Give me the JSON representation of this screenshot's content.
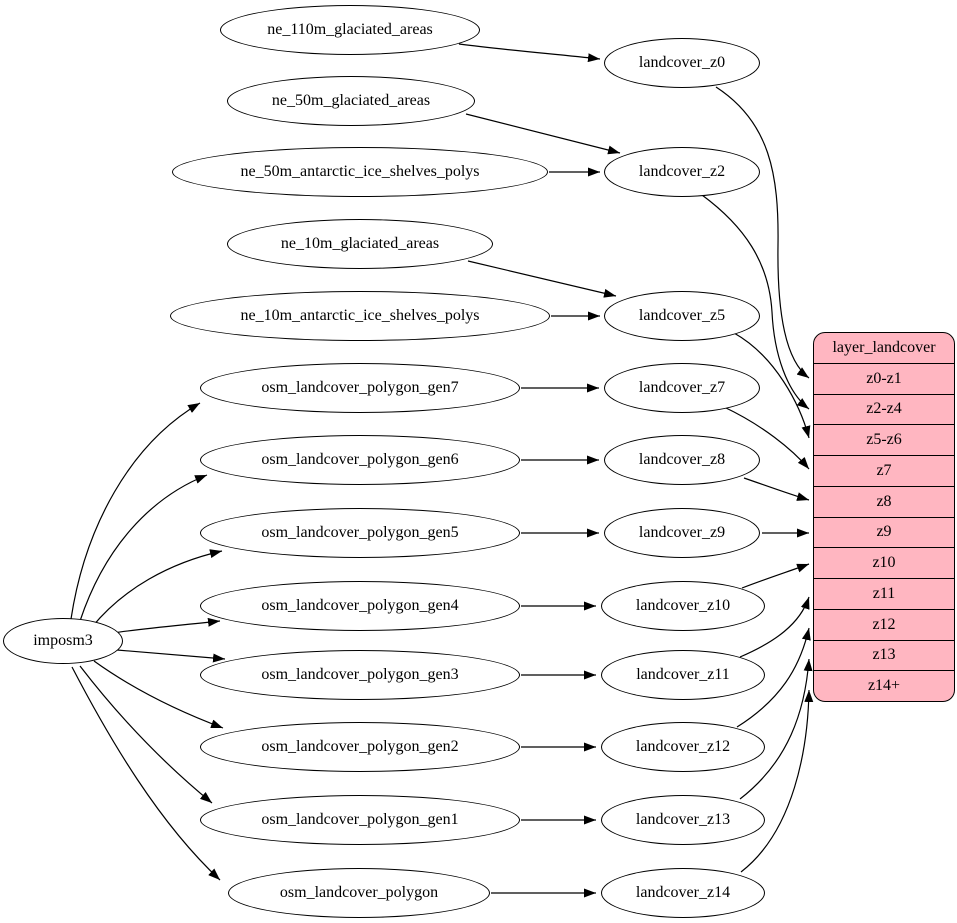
{
  "diagram": {
    "kind": "dependency-graph",
    "colors": {
      "table_fill": "#ffb6c1",
      "node_fill": "#ffffff",
      "stroke": "#000000"
    }
  },
  "nodes": {
    "root": "imposm3",
    "sources": [
      "ne_110m_glaciated_areas",
      "ne_50m_glaciated_areas",
      "ne_50m_antarctic_ice_shelves_polys",
      "ne_10m_glaciated_areas",
      "ne_10m_antarctic_ice_shelves_polys",
      "osm_landcover_polygon_gen7",
      "osm_landcover_polygon_gen6",
      "osm_landcover_polygon_gen5",
      "osm_landcover_polygon_gen4",
      "osm_landcover_polygon_gen3",
      "osm_landcover_polygon_gen2",
      "osm_landcover_polygon_gen1",
      "osm_landcover_polygon"
    ],
    "intermediates": [
      "landcover_z0",
      "landcover_z2",
      "landcover_z5",
      "landcover_z7",
      "landcover_z8",
      "landcover_z9",
      "landcover_z10",
      "landcover_z11",
      "landcover_z12",
      "landcover_z13",
      "landcover_z14"
    ],
    "table": {
      "title": "layer_landcover",
      "rows": [
        "z0-z1",
        "z2-z4",
        "z5-z6",
        "z7",
        "z8",
        "z9",
        "z10",
        "z11",
        "z12",
        "z13",
        "z14+"
      ]
    }
  },
  "edges": [
    {
      "from": "ne_110m_glaciated_areas",
      "to": "landcover_z0"
    },
    {
      "from": "ne_50m_glaciated_areas",
      "to": "landcover_z2"
    },
    {
      "from": "ne_50m_antarctic_ice_shelves_polys",
      "to": "landcover_z2"
    },
    {
      "from": "ne_10m_glaciated_areas",
      "to": "landcover_z5"
    },
    {
      "from": "ne_10m_antarctic_ice_shelves_polys",
      "to": "landcover_z5"
    },
    {
      "from": "osm_landcover_polygon_gen7",
      "to": "landcover_z7"
    },
    {
      "from": "osm_landcover_polygon_gen6",
      "to": "landcover_z8"
    },
    {
      "from": "osm_landcover_polygon_gen5",
      "to": "landcover_z9"
    },
    {
      "from": "osm_landcover_polygon_gen4",
      "to": "landcover_z10"
    },
    {
      "from": "osm_landcover_polygon_gen3",
      "to": "landcover_z11"
    },
    {
      "from": "osm_landcover_polygon_gen2",
      "to": "landcover_z12"
    },
    {
      "from": "osm_landcover_polygon_gen1",
      "to": "landcover_z13"
    },
    {
      "from": "osm_landcover_polygon",
      "to": "landcover_z14"
    },
    {
      "from": "imposm3",
      "to": "osm_landcover_polygon_gen7"
    },
    {
      "from": "imposm3",
      "to": "osm_landcover_polygon_gen6"
    },
    {
      "from": "imposm3",
      "to": "osm_landcover_polygon_gen5"
    },
    {
      "from": "imposm3",
      "to": "osm_landcover_polygon_gen4"
    },
    {
      "from": "imposm3",
      "to": "osm_landcover_polygon_gen3"
    },
    {
      "from": "imposm3",
      "to": "osm_landcover_polygon_gen2"
    },
    {
      "from": "imposm3",
      "to": "osm_landcover_polygon_gen1"
    },
    {
      "from": "imposm3",
      "to": "osm_landcover_polygon"
    },
    {
      "from": "landcover_z0",
      "to": "layer_landcover:z0-z1"
    },
    {
      "from": "landcover_z2",
      "to": "layer_landcover:z2-z4"
    },
    {
      "from": "landcover_z5",
      "to": "layer_landcover:z5-z6"
    },
    {
      "from": "landcover_z7",
      "to": "layer_landcover:z7"
    },
    {
      "from": "landcover_z8",
      "to": "layer_landcover:z8"
    },
    {
      "from": "landcover_z9",
      "to": "layer_landcover:z9"
    },
    {
      "from": "landcover_z10",
      "to": "layer_landcover:z10"
    },
    {
      "from": "landcover_z11",
      "to": "layer_landcover:z11"
    },
    {
      "from": "landcover_z12",
      "to": "layer_landcover:z12"
    },
    {
      "from": "landcover_z13",
      "to": "layer_landcover:z13"
    },
    {
      "from": "landcover_z14",
      "to": "layer_landcover:z14+"
    }
  ]
}
